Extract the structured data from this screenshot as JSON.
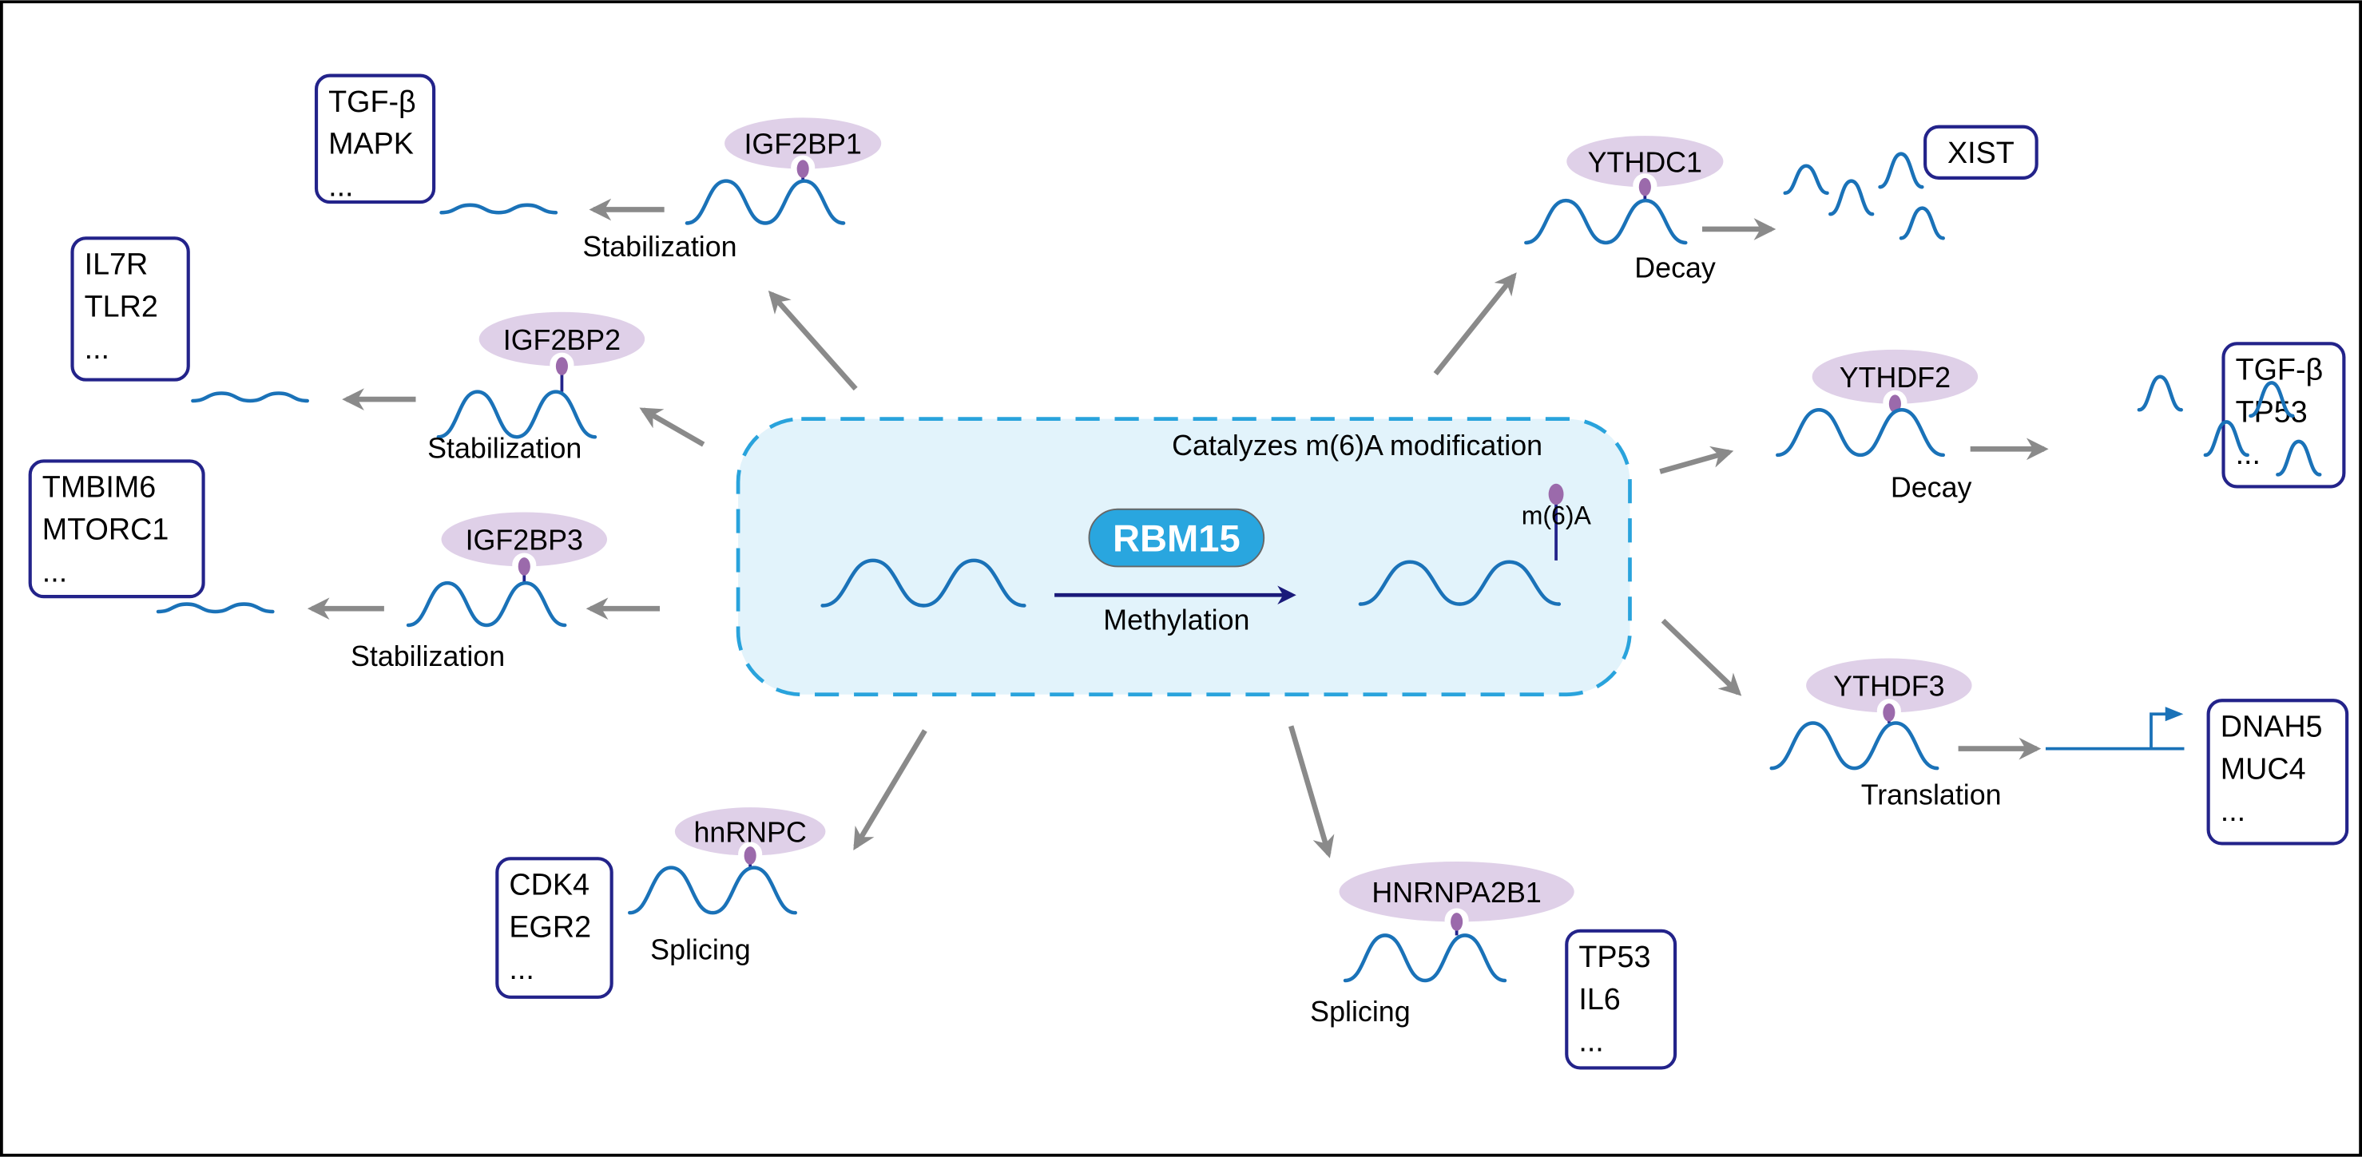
{
  "colors": {
    "rna": "#1a72b8",
    "reader": "#dfd0e8",
    "m6a_dot": "#9b6aab",
    "writer": "#29a6df",
    "box_fill": "#e2f3fb",
    "box_border": "#29a3dc",
    "target_border": "#23238a",
    "arrow": "#8a8a8a",
    "methylation_arrow": "#1a1a7a"
  },
  "center": {
    "title": "Catalyzes m(6)A modification",
    "writer": "RBM15",
    "process": "Methylation",
    "mark": "m(6)A"
  },
  "readers": [
    {
      "name": "IGF2BP1",
      "effect": "Stabilization",
      "targets": [
        "TGF-β",
        "MAPK",
        "..."
      ]
    },
    {
      "name": "IGF2BP2",
      "effect": "Stabilization",
      "targets": [
        "IL7R",
        "TLR2",
        "..."
      ]
    },
    {
      "name": "IGF2BP3",
      "effect": "Stabilization",
      "targets": [
        "TMBIM6",
        "MTORC1",
        "..."
      ]
    },
    {
      "name": "hnRNPC",
      "effect": "Splicing",
      "targets": [
        "CDK4",
        "EGR2",
        "..."
      ]
    },
    {
      "name": "HNRNPA2B1",
      "effect": "Splicing",
      "targets": [
        "TP53",
        "IL6",
        "..."
      ]
    },
    {
      "name": "YTHDC1",
      "effect": "Decay",
      "targets": [
        "XIST"
      ]
    },
    {
      "name": "YTHDF2",
      "effect": "Decay",
      "targets": [
        "TGF-β",
        "TP53",
        "..."
      ]
    },
    {
      "name": "YTHDF3",
      "effect": "Translation",
      "targets": [
        "DNAH5",
        "MUC4",
        "..."
      ]
    }
  ]
}
